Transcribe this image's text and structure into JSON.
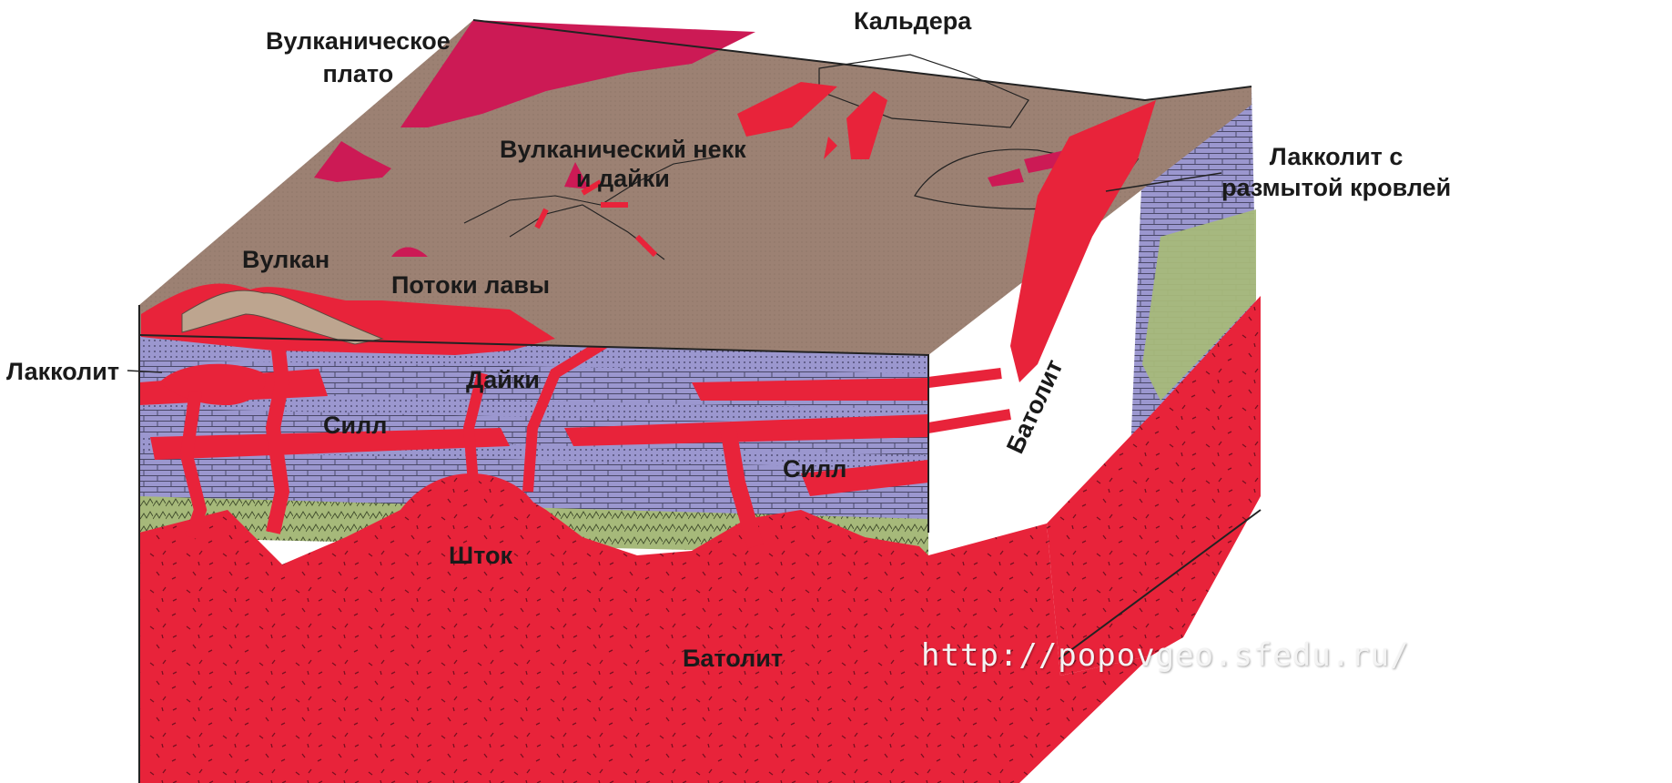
{
  "labels": {
    "volcanic_plateau": "Вулканическое\nплато",
    "caldera": "Кальдера",
    "volcanic_neck": "Вулканический некк\nи дайки",
    "laccolith_eroded": "Лакколит с\nразмытой кровлей",
    "volcano": "Вулкан",
    "lava_flows": "Потоки лавы",
    "laccolith": "Лакколит",
    "dikes": "Дайки",
    "sill_left": "Силл",
    "sill_right": "Силл",
    "stock": "Шток",
    "batholith_bottom": "Батолит",
    "batholith_side": "Батолит"
  },
  "watermark": "http://popovgeo.sfedu.ru/",
  "colors": {
    "surface": "#9c8173",
    "strata": "#9b97cf",
    "magma": "#e8233a",
    "sediment_green": "#a6b97a",
    "plateau": "#cc1a55"
  }
}
